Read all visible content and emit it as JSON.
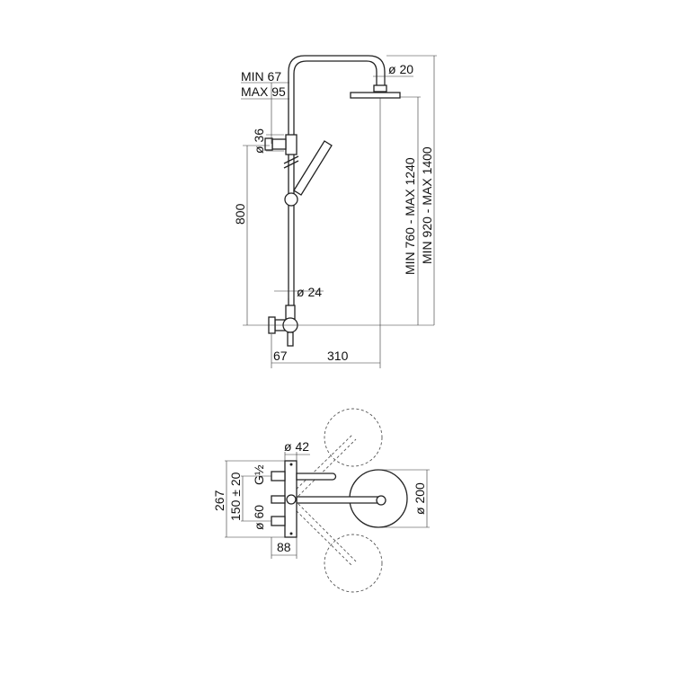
{
  "side_view": {
    "labels": {
      "min_offset": "MIN 67",
      "max_offset": "MAX 95",
      "head_connector": "ø 20",
      "bracket_diameter": "ø 36",
      "bracket_height": "800",
      "pipe_diameter": "ø 24",
      "head_height": "MIN 760 - MAX 1240",
      "total_height": "MIN 920 - MAX 1400",
      "wall_offset": "67",
      "arm_reach": "310"
    }
  },
  "top_view": {
    "labels": {
      "body_height": "267",
      "center_distance": "150 ± 20",
      "thread": "G½",
      "handle_diameter": "ø 60",
      "body_diameter": "ø 42",
      "depth": "88",
      "head_diameter": "ø 200"
    }
  }
}
